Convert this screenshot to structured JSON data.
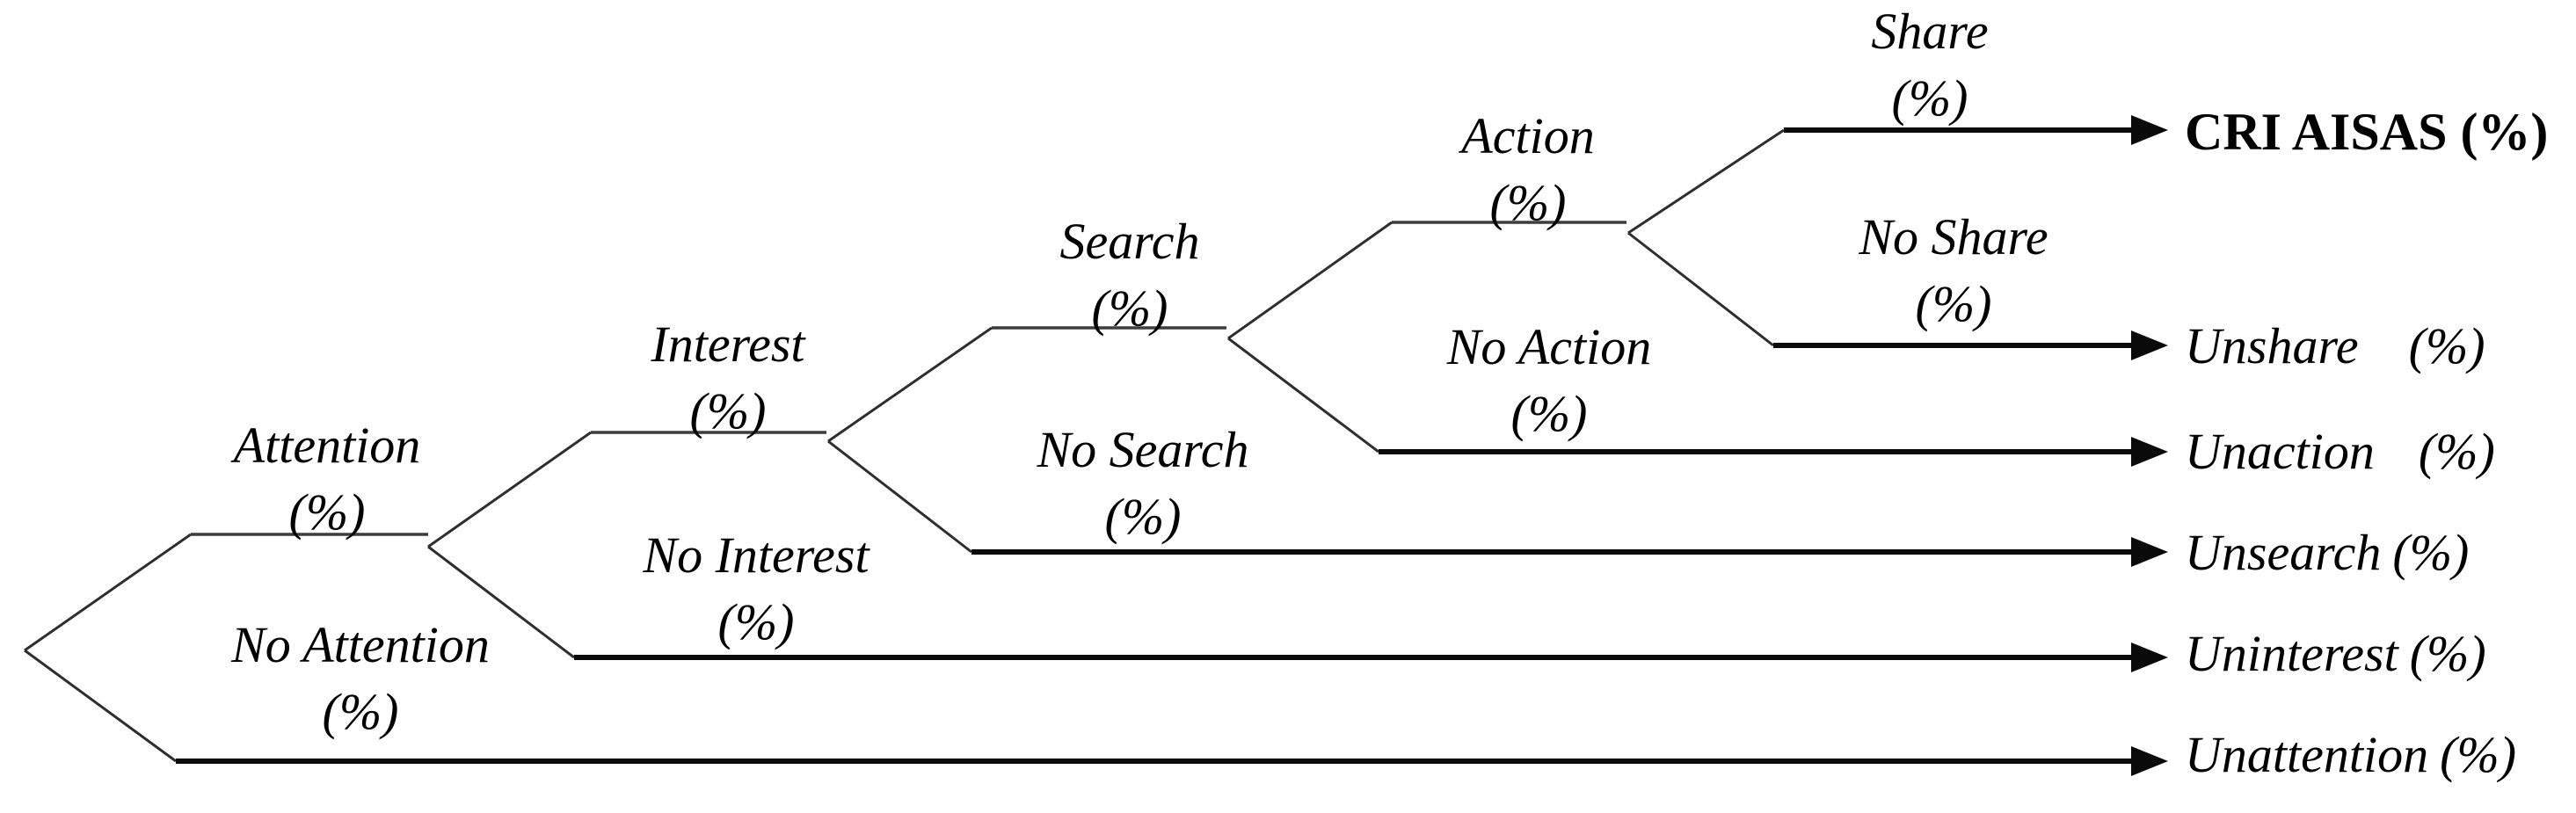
{
  "colors": {
    "background": "#ffffff",
    "text": "#000000",
    "thin_line": "#3d3d3d",
    "heavy_line": "#0a0a0a"
  },
  "stages": [
    {
      "label": "Attention",
      "percent": "(%)"
    },
    {
      "label": "Interest",
      "percent": "(%)"
    },
    {
      "label": "Search",
      "percent": "(%)"
    },
    {
      "label": "Action",
      "percent": "(%)"
    },
    {
      "label": "Share",
      "percent": "(%)"
    }
  ],
  "negative_branches": [
    {
      "label": "No Attention",
      "percent": "(%)"
    },
    {
      "label": "No Interest",
      "percent": "(%)"
    },
    {
      "label": "No Search",
      "percent": "(%)"
    },
    {
      "label": "No Action",
      "percent": "(%)"
    },
    {
      "label": "No Share",
      "percent": "(%)"
    }
  ],
  "final_outcome": {
    "label": "CRI AISAS (%)"
  },
  "negative_outcomes": [
    {
      "label": "Unshare",
      "percent": "(%)"
    },
    {
      "label": "Unaction",
      "percent": "(%)"
    },
    {
      "label": "Unsearch",
      "percent": "(%)"
    },
    {
      "label": "Uninterest",
      "percent": "(%)"
    },
    {
      "label": "Unattention",
      "percent": "(%)"
    }
  ]
}
